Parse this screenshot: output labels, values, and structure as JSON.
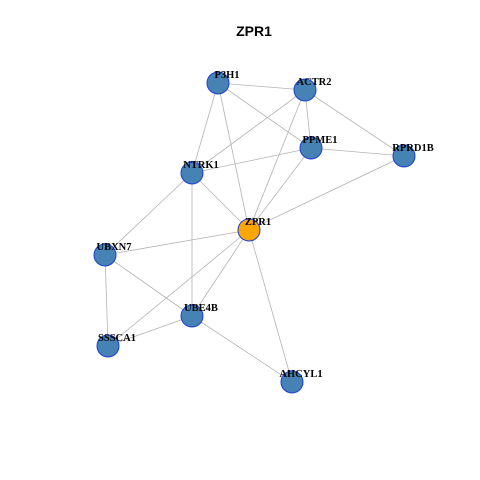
{
  "title": "ZPR1",
  "colors": {
    "node": "#4682b4",
    "center": "#ffa500",
    "node_border": "#1c3fd6",
    "edge": "#b3b3b3"
  },
  "nodes": [
    {
      "id": "P3H1",
      "label": "P3H1",
      "center": false
    },
    {
      "id": "ACTR2",
      "label": "ACTR2",
      "center": false
    },
    {
      "id": "PPME1",
      "label": "PPME1",
      "center": false
    },
    {
      "id": "RPRD1B",
      "label": "RPRD1B",
      "center": false
    },
    {
      "id": "NTRK1",
      "label": "NTRK1",
      "center": false
    },
    {
      "id": "ZPR1",
      "label": "ZPR1",
      "center": true
    },
    {
      "id": "UBXN7",
      "label": "UBXN7",
      "center": false
    },
    {
      "id": "UBE4B",
      "label": "UBE4B",
      "center": false
    },
    {
      "id": "SSSCA1",
      "label": "SSSCA1",
      "center": false
    },
    {
      "id": "AHCYL1",
      "label": "AHCYL1",
      "center": false
    }
  ],
  "edges": [
    [
      "P3H1",
      "ACTR2"
    ],
    [
      "P3H1",
      "PPME1"
    ],
    [
      "P3H1",
      "NTRK1"
    ],
    [
      "P3H1",
      "ZPR1"
    ],
    [
      "ACTR2",
      "PPME1"
    ],
    [
      "ACTR2",
      "RPRD1B"
    ],
    [
      "ACTR2",
      "NTRK1"
    ],
    [
      "ACTR2",
      "ZPR1"
    ],
    [
      "PPME1",
      "RPRD1B"
    ],
    [
      "PPME1",
      "NTRK1"
    ],
    [
      "PPME1",
      "ZPR1"
    ],
    [
      "RPRD1B",
      "ZPR1"
    ],
    [
      "NTRK1",
      "ZPR1"
    ],
    [
      "NTRK1",
      "UBXN7"
    ],
    [
      "NTRK1",
      "UBE4B"
    ],
    [
      "ZPR1",
      "UBXN7"
    ],
    [
      "ZPR1",
      "UBE4B"
    ],
    [
      "ZPR1",
      "SSSCA1"
    ],
    [
      "ZPR1",
      "AHCYL1"
    ],
    [
      "UBXN7",
      "SSSCA1"
    ],
    [
      "UBXN7",
      "UBE4B"
    ],
    [
      "UBE4B",
      "SSSCA1"
    ],
    [
      "UBE4B",
      "AHCYL1"
    ]
  ]
}
